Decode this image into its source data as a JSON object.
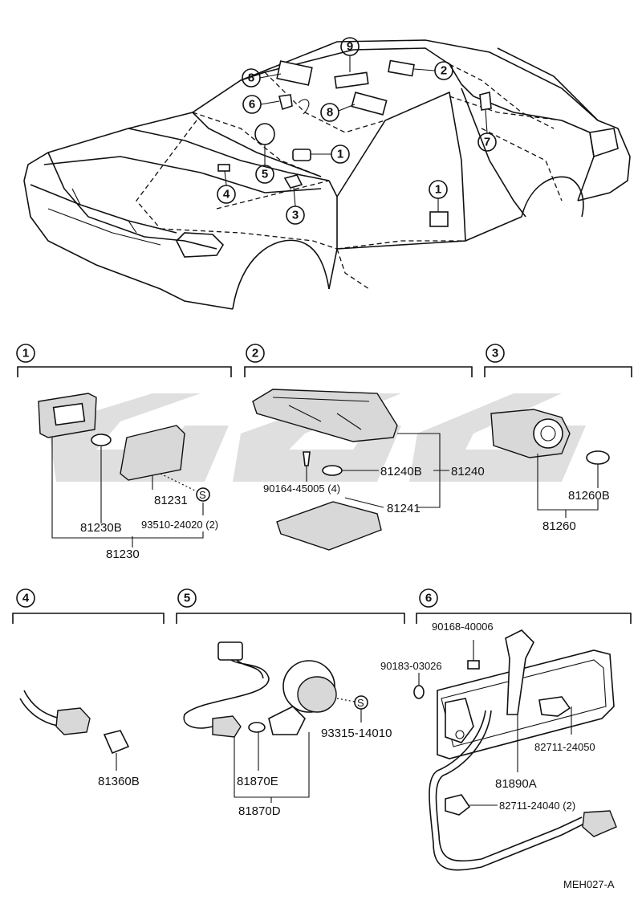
{
  "callouts_top": [
    "9",
    "8",
    "2",
    "6",
    "8",
    "1",
    "7",
    "5",
    "4",
    "3",
    "1"
  ],
  "sections": [
    {
      "num": "1",
      "parts": [
        "81230B",
        "81231",
        "93510-24020 (2)",
        "81230"
      ],
      "s_mark": "S"
    },
    {
      "num": "2",
      "parts": [
        "90164-45005 (4)",
        "81240B",
        "81240",
        "81241"
      ]
    },
    {
      "num": "3",
      "parts": [
        "81260B",
        "81260"
      ]
    },
    {
      "num": "4",
      "parts": [
        "81360B"
      ]
    },
    {
      "num": "5",
      "parts": [
        "93315-14010",
        "81870E",
        "81870D"
      ],
      "s_mark": "S"
    },
    {
      "num": "6",
      "parts": [
        "90168-40006",
        "90183-03026",
        "82711-24050",
        "81890A",
        "82711-24040 (2)"
      ]
    }
  ],
  "footer_code": "MEH027-A",
  "colors": {
    "ink": "#111111",
    "watermark": "#c9c9c9",
    "background": "#ffffff"
  }
}
